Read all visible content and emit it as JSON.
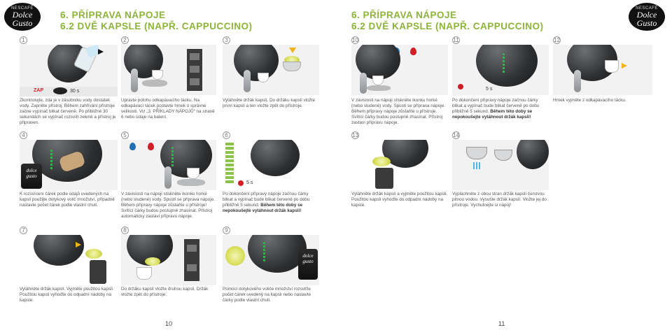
{
  "left": {
    "title_line1": "6.  PŘÍPRAVA NÁPOJE",
    "title_line2": "6.2 DVĚ KAPSLE (NAPŘ. CAPPUCCINO)",
    "page_number": "10",
    "steps": [
      {
        "n": "1",
        "caption": "Zkontrolujte, zda je v zásobníku vody dostatek vody. Zapněte přístroj. Během zahřívání přístroje začne vypínač blikat červeně. Po přibližně 30 sekundách se vypínač rozsvítí zeleně a přístroj je připraven.",
        "zap": "ZAP",
        "sec": "30 s"
      },
      {
        "n": "2",
        "caption": "Upravte polohu odkapávacího tácku. Na odkapávací tácek postavte hrnek o správné velikosti. Viz „3. PŘÍKLADY NÁPOJŮ“ na straně 6 nebo údaje na balení."
      },
      {
        "n": "3",
        "caption": "Vytáhněte držák kapslí. Do držáku kapslí vložte první kapsli a ten vložte zpět do přístroje."
      },
      {
        "n": "4",
        "caption": "K rozsvícení čárek podle údajů uvedených na kapsli použijte dotykový volič množství, případně nastavte počet čárek podle vlastní chuti."
      },
      {
        "n": "5",
        "caption": "V závislosti na nápoji stiskněte ikonku horké (nebo studené) vody. Spustí se příprava nápoje. Během přípravy nápoje zůstaňte u přístroje! Svítící čárky budou postupně zhasínat. Přístroj automaticky zastaví přípravu nápoje."
      },
      {
        "n": "6",
        "caption": "Po dokončení přípravy nápoje začnou čárky blikat a vypínač bude blikat červeně po dobu přibližně 5 sekund.",
        "bold": "Během této doby se nepokoušejte vytáhnout držák kapslí!",
        "sec": "5 s"
      },
      {
        "n": "7",
        "caption": "Vytáhněte držák kapslí. Vyjměte použitou kapsli. Použitou kapsli vyhoďte do odpadní nádoby na kapsle."
      },
      {
        "n": "8",
        "caption": "Do držáku kapslí vložte druhou kapsli. Držák vložte zpět do přístroje."
      },
      {
        "n": "9",
        "caption": "Pomocí dotykového voliče množství rozsviťte počet čárek uvedený na kapsli nebo nastavte čárky podle vlastní chuti."
      }
    ]
  },
  "right": {
    "title_line1": "6.  PŘÍPRAVA NÁPOJE",
    "title_line2": "6.2 DVĚ KAPSLE (NAPŘ. CAPPUCCINO)",
    "page_number": "11",
    "steps": [
      {
        "n": "10",
        "caption": "V závislosti na nápoji stiskněte ikonku horké (nebo studené) vody. Spustí se příprava nápoje. Během přípravy nápoje zůstaňte u přístroje. Svítící čárky budou postupně zhasínat. Přístroj zastaví přípravu nápoje."
      },
      {
        "n": "11",
        "caption": "Po dokončení přípravy nápoje začnou čárky blikat a vypínač bude blikat červeně po dobu přibližně 5 sekund.",
        "bold": "Během této doby se nepokoušejte vytáhnout držák kapslí!",
        "sec": "5 s"
      },
      {
        "n": "12",
        "caption": "Hrnek vyjměte z odkapávacího tácku."
      },
      {
        "n": "13",
        "caption": "Vytáhněte držák kapslí a vyjměte použitou kapsli. Použitou kapsli vyhoďte do odpadní nádoby na kapsle."
      },
      {
        "n": "14",
        "caption": "Vypláchněte z obou stran držák kapslí čerstvou pitnou vodou. Vysušte držák kapslí. Vložte jej do přístroje. Vychutnejte si nápoj!"
      }
    ]
  },
  "logo": {
    "brand_small": "NESCAFÉ",
    "brand_line1": "Dolce",
    "brand_line2": "Gusto"
  },
  "pack_label": {
    "line1": "dolce",
    "line2": "gusto"
  },
  "colors": {
    "title": "#8db33a",
    "accent_red": "#d01f26",
    "accent_green": "#2fb64d",
    "box_bg": "#f2f2f2"
  }
}
